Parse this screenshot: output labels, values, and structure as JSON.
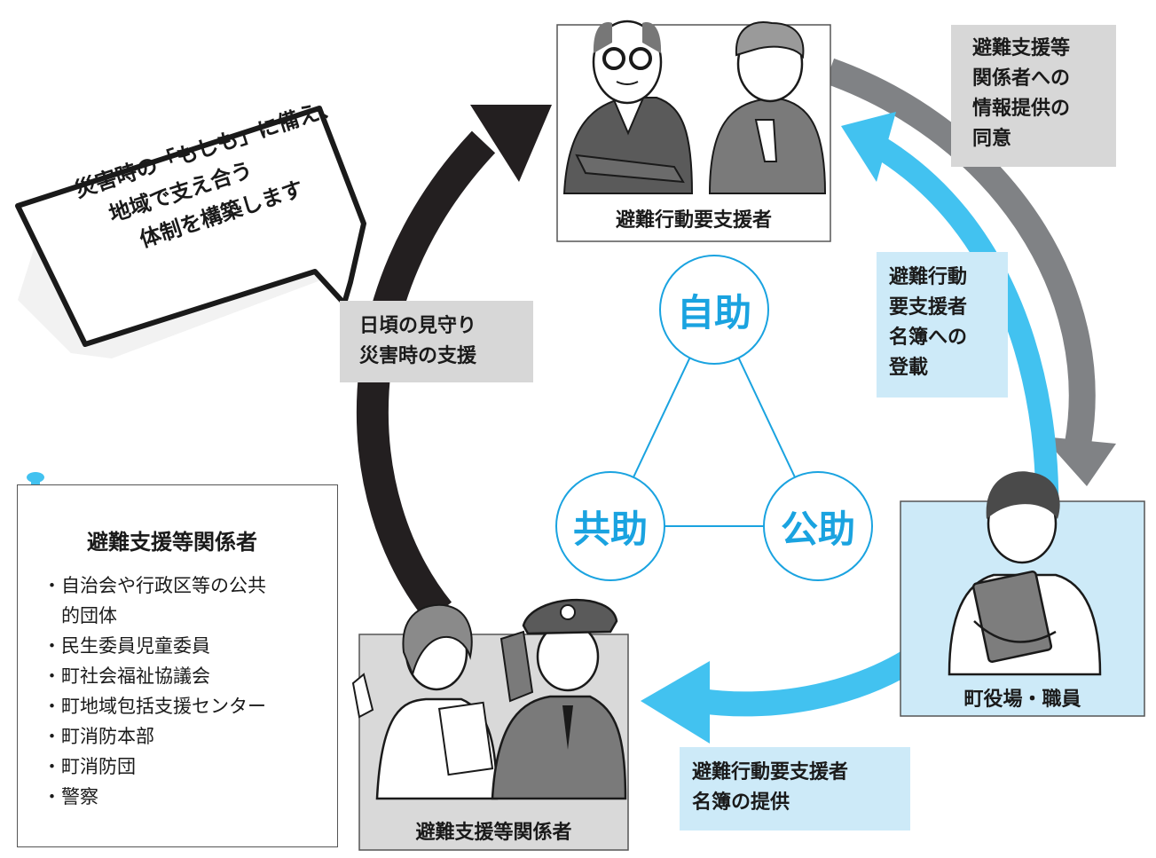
{
  "speech_bubble": {
    "lines": [
      "災害時の「もしも」に備え、",
      "地域で支え合う",
      "体制を構築します"
    ]
  },
  "panels": {
    "persons_needing_support": "避難行動要支援者",
    "town_office_staff": "町役場・職員",
    "evacuation_supporters": "避難支援等関係者"
  },
  "circles": {
    "self_help": "自助",
    "mutual_help": "共助",
    "public_help": "公助"
  },
  "labels": {
    "consent": [
      "避難支援等",
      "関係者への",
      "情報提供の",
      "同意"
    ],
    "registration": [
      "避難行動",
      "要支援者",
      "名簿への",
      "登載"
    ],
    "list_provision": [
      "避難行動要支援者",
      "名簿の提供"
    ],
    "daily_watch": [
      "日頃の見守り",
      "災害時の支援"
    ]
  },
  "supporters_list": {
    "title": "避難支援等関係者",
    "items": [
      "・自治会や行政区等の公共",
      "　的団体",
      "・民生委員児童委員",
      "・町社会福祉協議会",
      "・町地域包括支援センター",
      "・町消防本部",
      "・町消防団",
      "・警察"
    ]
  },
  "colors": {
    "dark_arrow": "#231f20",
    "gray_arrow": "#808285",
    "blue_arrow": "#42c2f0",
    "circle_blue": "#1aa3e0",
    "gray_box": "#d7d7d7",
    "blue_box": "#cdeaf8"
  }
}
